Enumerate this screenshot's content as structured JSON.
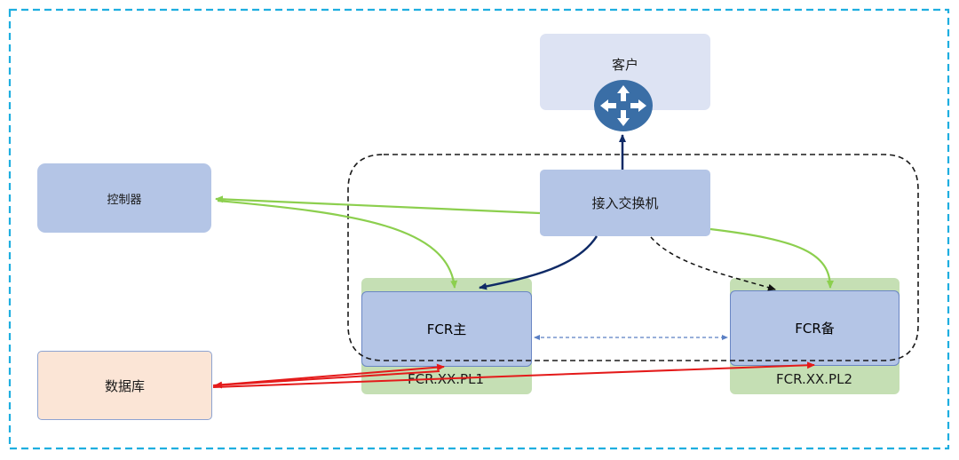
{
  "nodes": {
    "client": {
      "label": "客户"
    },
    "controller": {
      "label": "控制器"
    },
    "access_switch": {
      "label": "接入交换机"
    },
    "database": {
      "label": "数据库"
    },
    "fcr_main": {
      "label": "FCR主"
    },
    "fcr_backup": {
      "label": "FCR备"
    },
    "pl1": {
      "label": "FCR.XX.PL1"
    },
    "pl2": {
      "label": "FCR.XX.PL2"
    }
  },
  "icons": {
    "router": "router-icon"
  },
  "colors": {
    "outer_border": "#1eaee0",
    "green_link": "#8ccf4e",
    "navy_link": "#0f2a66",
    "red_link": "#e41a1a",
    "blue_dashed_link": "#5a7fc4",
    "router_fill": "#3a6ea6"
  }
}
